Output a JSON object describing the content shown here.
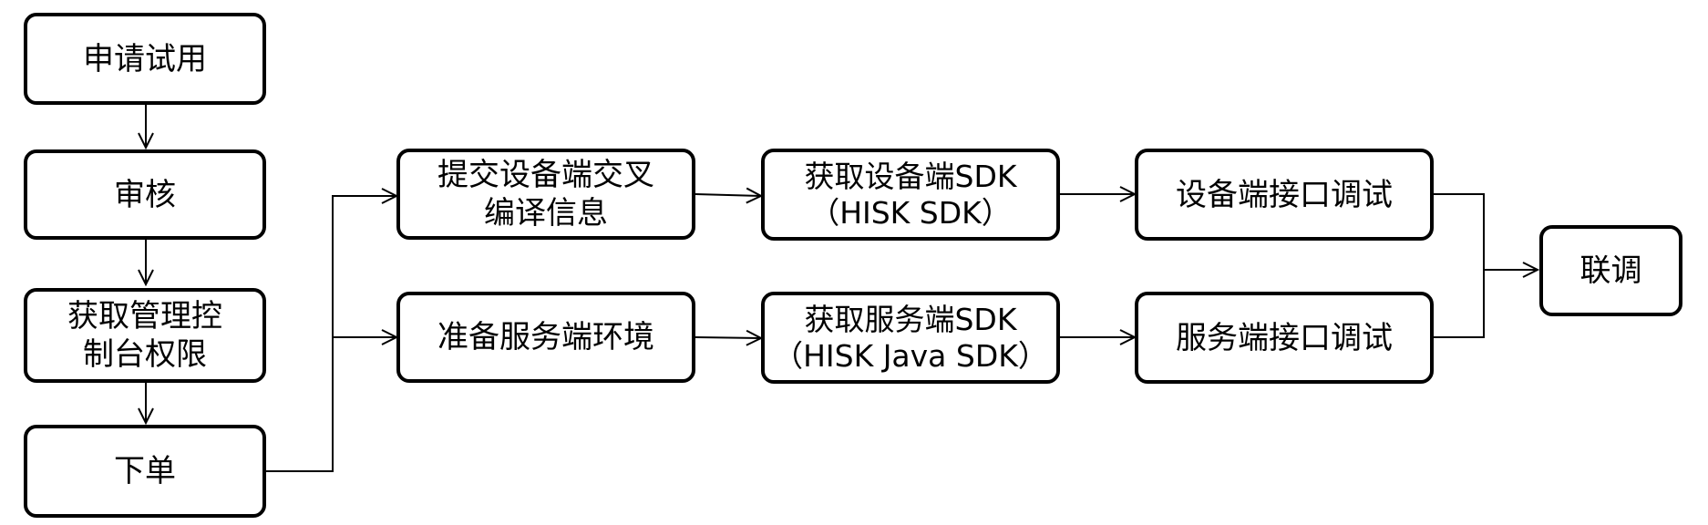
{
  "nodes": {
    "apply_trial": "申请试用",
    "review": "审核",
    "get_console_permission": "获取管理控\n制台权限",
    "place_order": "下单",
    "submit_cross_compile": "提交设备端交叉\n编译信息",
    "prepare_server_env": "准备服务端环境",
    "get_device_sdk": "获取设备端SDK\n（HISK SDK）",
    "get_server_sdk": "获取服务端SDK\n（HISK Java SDK）",
    "device_interface_debug": "设备端接口调试",
    "server_interface_debug": "服务端接口调试",
    "joint_debug": "联调"
  },
  "colors": {
    "stroke": "#000000",
    "fill": "#ffffff"
  }
}
